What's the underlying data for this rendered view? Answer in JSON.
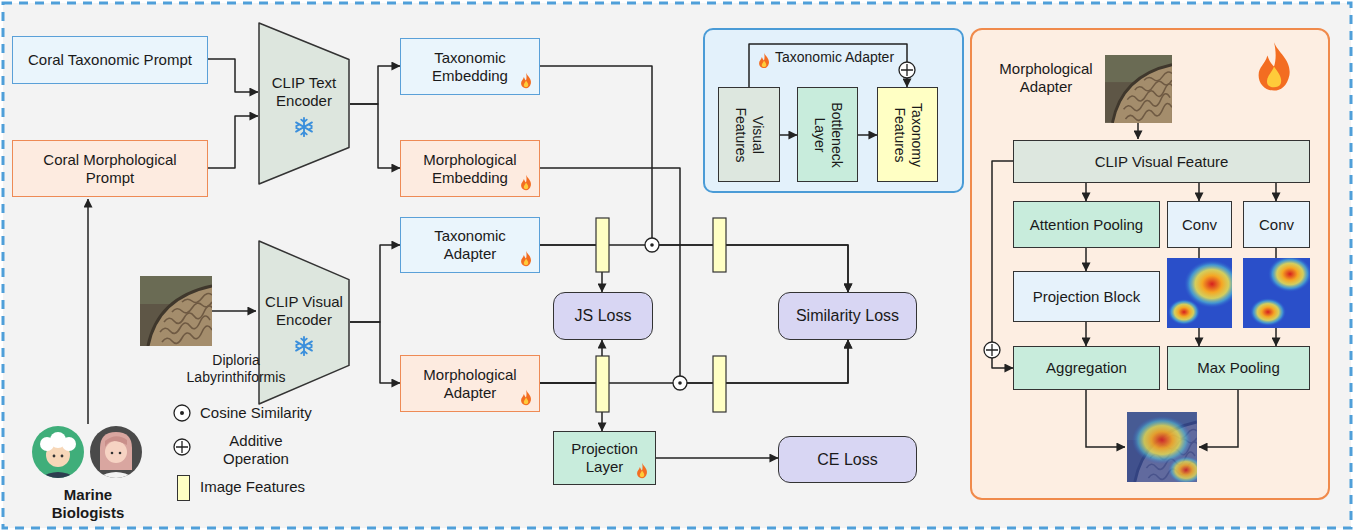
{
  "diagram": {
    "nodes": [
      {
        "text": [
          "Coral Taxonomic Prompt"
        ]
      },
      {
        "text": [
          "Coral Morphological Prompt"
        ]
      },
      {
        "text": [
          "CLIP Text Encoder"
        ]
      },
      {
        "text": [
          "Taxonomic Embedding"
        ]
      },
      {
        "text": [
          "Morphological Embedding"
        ]
      },
      {
        "text": [
          "Taxonomic Adapter"
        ]
      },
      {
        "text": [
          "Visual Features"
        ],
        "in": 5
      },
      {
        "text": [
          "Bottleneck Layer"
        ],
        "in": 5
      },
      {
        "text": [
          "Taxonomy Features"
        ],
        "in": 5
      },
      {
        "text": [
          "Morphological Adapter"
        ]
      },
      {
        "text": [
          "CLIP Visual Feature"
        ],
        "in": 9
      },
      {
        "text": [
          "Attention Pooling"
        ],
        "in": 9
      },
      {
        "text": [
          "Conv"
        ],
        "in": 9
      },
      {
        "text": [
          "Conv"
        ],
        "in": 9
      },
      {
        "text": [
          "Projection Block"
        ],
        "in": 9
      },
      {
        "text": [
          "Aggregation"
        ],
        "in": 9
      },
      {
        "text": [
          "Max Pooling"
        ],
        "in": 9
      },
      {
        "text": [
          "CLIP Visual Encoder"
        ]
      },
      {
        "text": [
          "Taxonomic Adapter"
        ]
      },
      {
        "text": [
          "Morphological Adapter"
        ]
      },
      {
        "text": [
          "JS Loss"
        ]
      },
      {
        "text": [
          "Similarity Loss"
        ]
      },
      {
        "text": [
          "Projection Layer"
        ]
      },
      {
        "text": [
          "CE Loss"
        ]
      }
    ],
    "edges": [
      {
        "from": 0,
        "to": 2,
        "arrow": "to"
      },
      {
        "from": 1,
        "to": 2,
        "arrow": "to"
      },
      {
        "from": 2,
        "to": 3,
        "arrow": "to"
      },
      {
        "from": 2,
        "to": 4,
        "arrow": "to"
      },
      {
        "from": 3,
        "to": 21,
        "arrow": "to"
      },
      {
        "from": 4,
        "to": 21,
        "arrow": "to"
      },
      {
        "from": 17,
        "to": 18,
        "arrow": "to"
      },
      {
        "from": 17,
        "to": 19,
        "arrow": "to"
      },
      {
        "from": 18,
        "to": 20,
        "arrow": "to"
      },
      {
        "from": 19,
        "to": 20,
        "arrow": "to"
      },
      {
        "from": 18,
        "to": 21,
        "arrow": "to"
      },
      {
        "from": 19,
        "to": 21,
        "arrow": "to"
      },
      {
        "from": 19,
        "to": 22,
        "arrow": "to"
      },
      {
        "from": 22,
        "to": 23,
        "arrow": "to"
      },
      {
        "from": 6,
        "to": 7,
        "arrow": "to"
      },
      {
        "from": 7,
        "to": 8,
        "arrow": "to"
      },
      {
        "from": 6,
        "to": 8,
        "arrow": "to"
      },
      {
        "from": 10,
        "to": 11,
        "arrow": "to"
      },
      {
        "from": 10,
        "to": 12,
        "arrow": "to"
      },
      {
        "from": 10,
        "to": 13,
        "arrow": "to"
      },
      {
        "from": 11,
        "to": 14,
        "arrow": "to"
      },
      {
        "from": 14,
        "to": 15,
        "arrow": "to"
      },
      {
        "from": 12,
        "to": 16,
        "arrow": "to"
      },
      {
        "from": 13,
        "to": 16,
        "arrow": "to"
      },
      {
        "from": 10,
        "to": 15,
        "arrow": "to"
      }
    ],
    "labels": [
      "Diploria Labyrinthiformis",
      "Marine Biologists"
    ],
    "legend": [
      {
        "text": "Cosine Similarity"
      },
      {
        "text": "Additive Operation"
      },
      {
        "text": "Image Features",
        "color": "#ffffc4"
      }
    ]
  }
}
